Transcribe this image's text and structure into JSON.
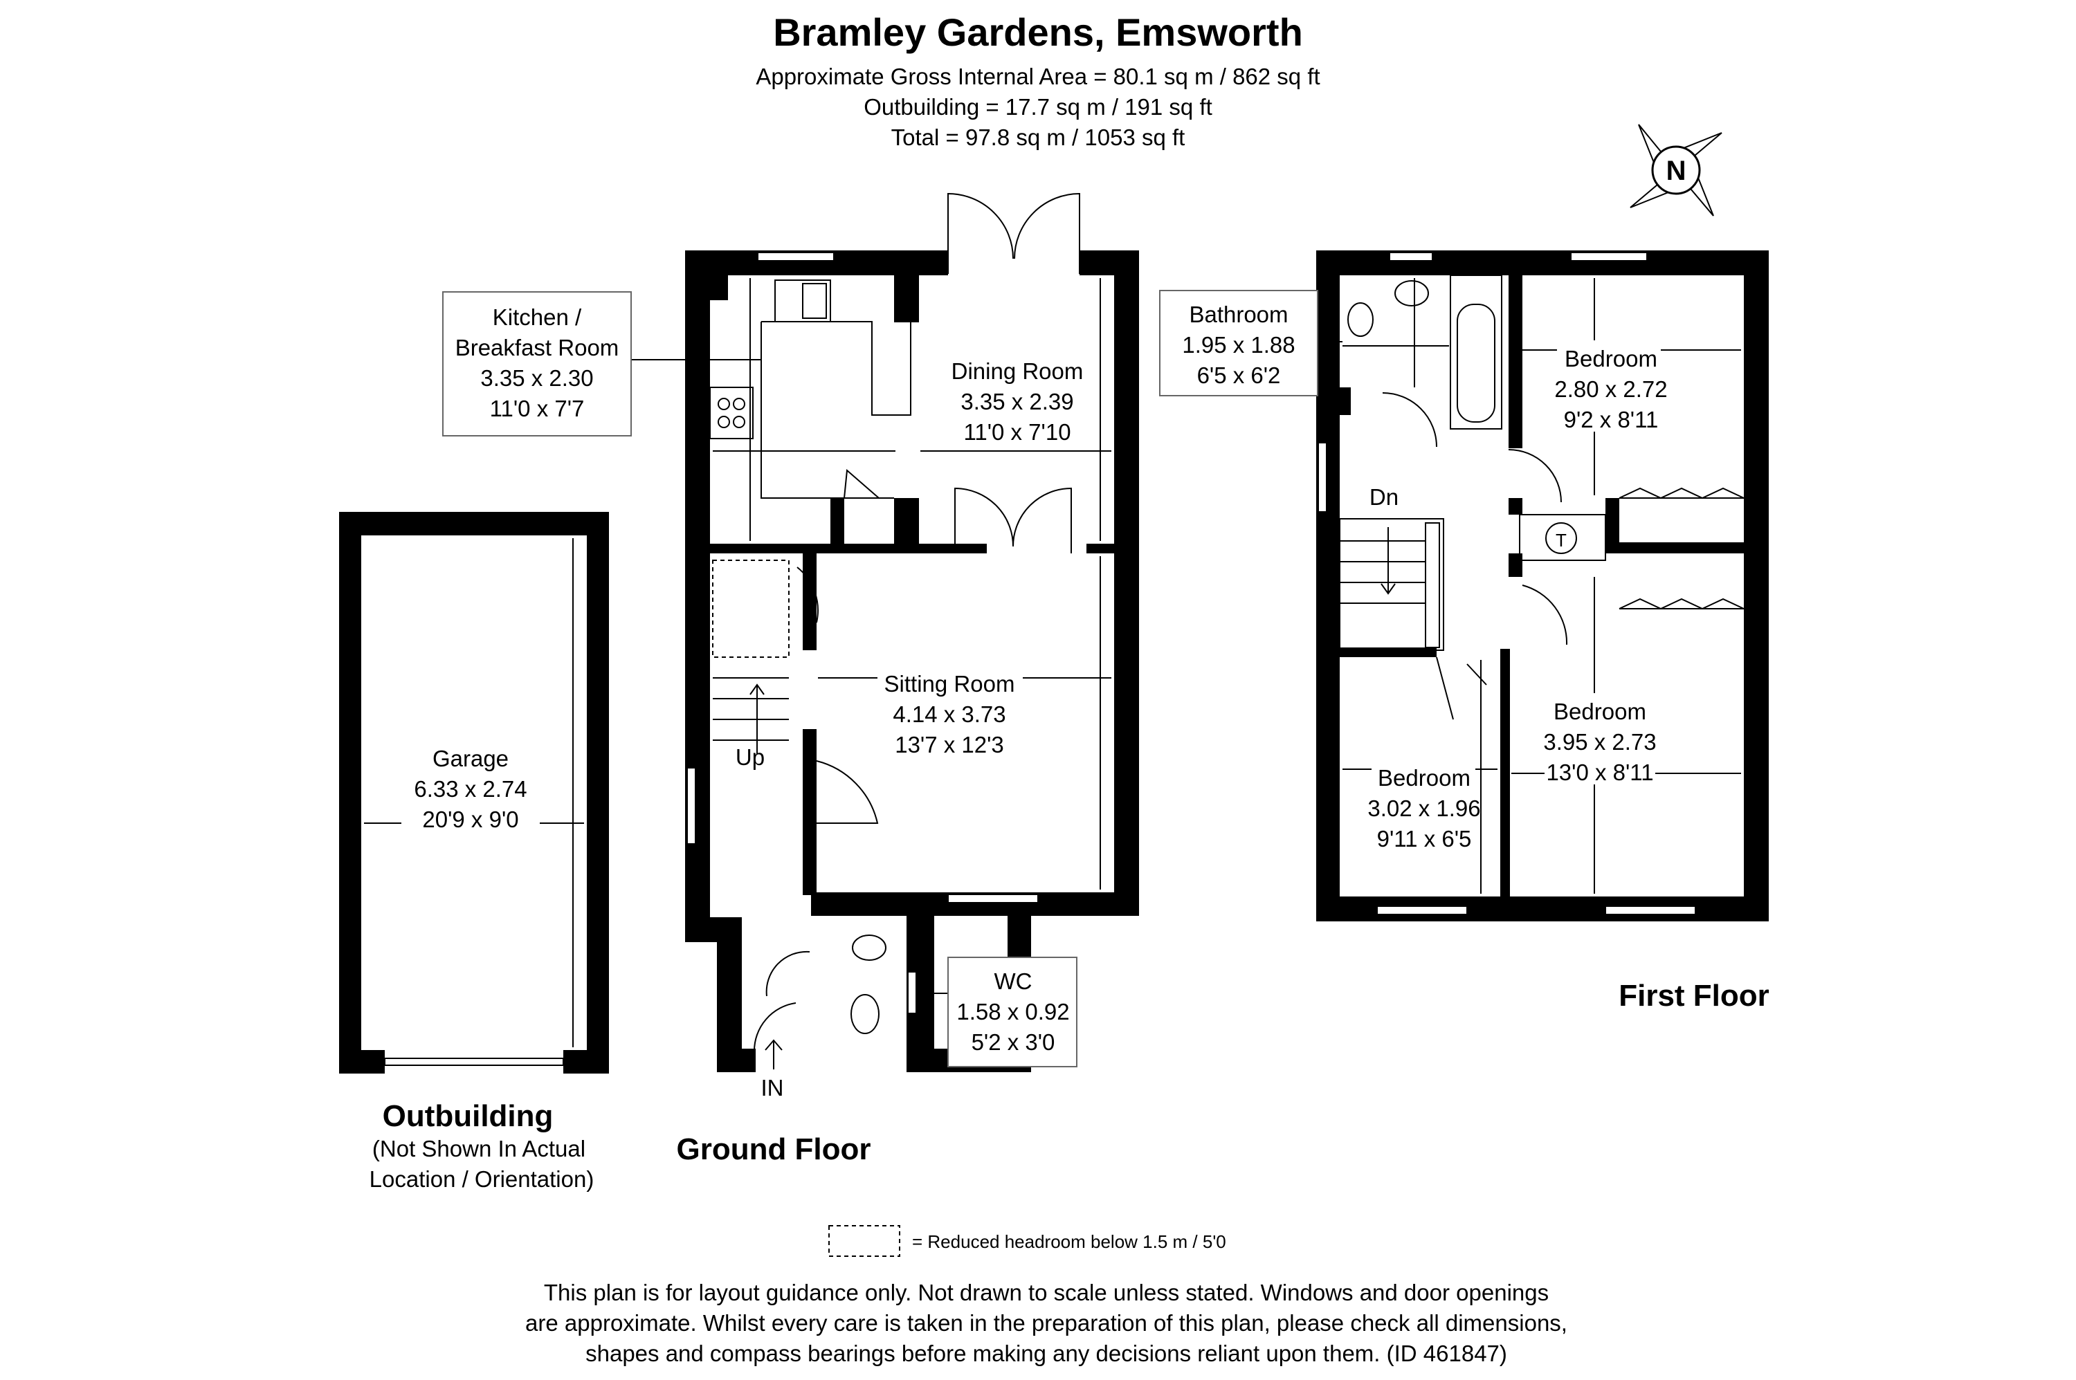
{
  "header": {
    "title": "Bramley Gardens, Emsworth",
    "area_line1": "Approximate Gross Internal Area = 80.1 sq m / 862 sq ft",
    "area_line2": "Outbuilding = 17.7 sq m / 191 sq ft",
    "area_line3": "Total = 97.8 sq m / 1053 sq ft"
  },
  "compass": {
    "letter": "N",
    "icon": "compass-north-icon"
  },
  "ground_floor": {
    "label": "Ground Floor",
    "kitchen": {
      "name_line1": "Kitchen /",
      "name_line2": "Breakfast Room",
      "metric": "3.35 x 2.30",
      "imperial": "11'0 x 7'7"
    },
    "dining": {
      "name": "Dining Room",
      "metric": "3.35 x 2.39",
      "imperial": "11'0 x 7'10"
    },
    "sitting": {
      "name": "Sitting Room",
      "metric": "4.14 x 3.73",
      "imperial": "13'7 x 12'3"
    },
    "wc": {
      "name": "WC",
      "metric": "1.58 x 0.92",
      "imperial": "5'2 x 3'0"
    },
    "stairs_label": "Up",
    "entrance_label": "IN"
  },
  "first_floor": {
    "label": "First Floor",
    "bathroom": {
      "name": "Bathroom",
      "metric": "1.95 x 1.88",
      "imperial": "6'5 x 6'2"
    },
    "bedroom_a": {
      "name": "Bedroom",
      "metric": "2.80 x 2.72",
      "imperial": "9'2 x 8'11"
    },
    "bedroom_b": {
      "name": "Bedroom",
      "metric": "3.95 x 2.73",
      "imperial": "13'0 x 8'11"
    },
    "bedroom_c": {
      "name": "Bedroom",
      "metric": "3.02 x 1.96",
      "imperial": "9'11 x 6'5"
    },
    "stairs_label": "Dn",
    "tank_label": "T"
  },
  "outbuilding": {
    "label": "Outbuilding",
    "note_line1": "(Not Shown In Actual",
    "note_line2": "Location / Orientation)",
    "garage": {
      "name": "Garage",
      "metric": "6.33 x 2.74",
      "imperial": "20'9 x 9'0"
    }
  },
  "legend": {
    "text": "=  Reduced headroom below 1.5 m / 5'0"
  },
  "disclaimer": {
    "line1": "This plan is for layout guidance only. Not drawn to scale unless stated. Windows and door openings",
    "line2": "are approximate. Whilst every care is taken in the preparation of this plan, please check all dimensions,",
    "line3": "shapes and compass bearings before making any decisions reliant upon them. (ID 461847)"
  },
  "colors": {
    "walls": "#000000",
    "background": "#ffffff",
    "callout_border": "#666666"
  }
}
